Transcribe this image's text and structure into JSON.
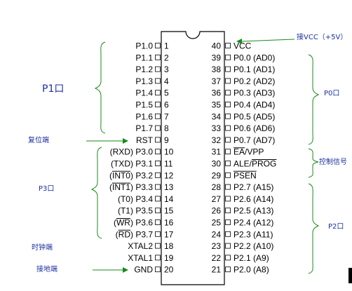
{
  "chip": {
    "left_pins": [
      {
        "num": "1",
        "label": "P1.0"
      },
      {
        "num": "2",
        "label": "P1.1"
      },
      {
        "num": "3",
        "label": "P1.2"
      },
      {
        "num": "4",
        "label": "P1.3"
      },
      {
        "num": "5",
        "label": "P1.4"
      },
      {
        "num": "6",
        "label": "P1.5"
      },
      {
        "num": "7",
        "label": "P1.6"
      },
      {
        "num": "8",
        "label": "P1.7"
      },
      {
        "num": "9",
        "label": "RST"
      },
      {
        "num": "10",
        "label": "(RXD) P3.0"
      },
      {
        "num": "11",
        "label": "(TXD) P3.1"
      },
      {
        "num": "12",
        "label": "(INT0) P3.2",
        "overline": "INT0"
      },
      {
        "num": "13",
        "label": "(INT1) P3.3",
        "overline": "INT1"
      },
      {
        "num": "14",
        "label": "(T0) P3.4"
      },
      {
        "num": "15",
        "label": "(T1) P3.5"
      },
      {
        "num": "16",
        "label": "(WR) P3.6",
        "overline": "WR"
      },
      {
        "num": "17",
        "label": "(RD) P3.7",
        "overline": "RD"
      },
      {
        "num": "18",
        "label": "XTAL2"
      },
      {
        "num": "19",
        "label": "XTAL1"
      },
      {
        "num": "20",
        "label": "GND"
      }
    ],
    "right_pins": [
      {
        "num": "40",
        "label": "VCC"
      },
      {
        "num": "39",
        "label": "P0.0 (AD0)"
      },
      {
        "num": "38",
        "label": "P0.1 (AD1)"
      },
      {
        "num": "37",
        "label": "P0.2 (AD2)"
      },
      {
        "num": "36",
        "label": "P0.3 (AD3)"
      },
      {
        "num": "35",
        "label": "P0.4 (AD4)"
      },
      {
        "num": "34",
        "label": "P0.5 (AD5)"
      },
      {
        "num": "33",
        "label": "P0.6 (AD6)"
      },
      {
        "num": "32",
        "label": "P0.7 (AD7)"
      },
      {
        "num": "31",
        "label": "EA/VPP",
        "overline": "EA"
      },
      {
        "num": "30",
        "label": "ALE/PROG",
        "overline": "PROG"
      },
      {
        "num": "29",
        "label": "PSEN",
        "overline": "PSEN"
      },
      {
        "num": "28",
        "label": "P2.7 (A15)"
      },
      {
        "num": "27",
        "label": "P2.6 (A14)"
      },
      {
        "num": "26",
        "label": "P2.5 (A13)"
      },
      {
        "num": "25",
        "label": "P2.4 (A12)"
      },
      {
        "num": "24",
        "label": "P2.3 (A11)"
      },
      {
        "num": "23",
        "label": "P2.2 (A10)"
      },
      {
        "num": "22",
        "label": "P2.1 (A9)"
      },
      {
        "num": "21",
        "label": "P2.0 (A8)"
      }
    ]
  },
  "annotations": {
    "p1": "P1口",
    "reset": "复位端",
    "p3": "P3口",
    "clock": "时钟端",
    "ground": "接地端",
    "vcc": "接VCC（+5V）",
    "p0": "P0口",
    "control": "控制信号",
    "p2": "P2口"
  },
  "colors": {
    "annotation_text": "#1a2fa0",
    "bracket": "#1a8a1a",
    "chip_outline": "#000000"
  }
}
